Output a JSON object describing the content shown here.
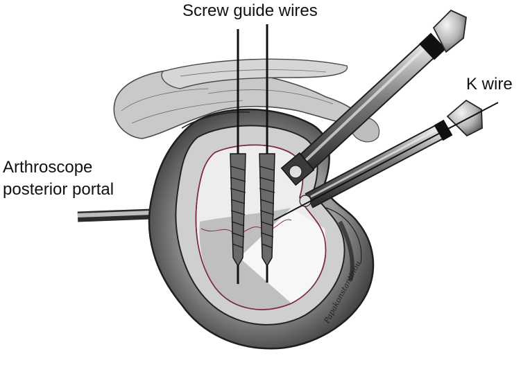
{
  "labels": {
    "screw_guide_wires": "Screw guide wires",
    "k_wire": "K wire",
    "arthroscope_line1": "Arthroscope",
    "arthroscope_line2": "posterior portal"
  },
  "signature": "Papakonstantinou",
  "colors": {
    "bone_dark": "#3c3c3c",
    "bone_mid": "#8a8a8a",
    "cartilage": "#e8e8e8",
    "defect_grey": "#b9b9b9",
    "labrum_outline": "#8a2a4a",
    "instrument": "#6e6e6e"
  }
}
